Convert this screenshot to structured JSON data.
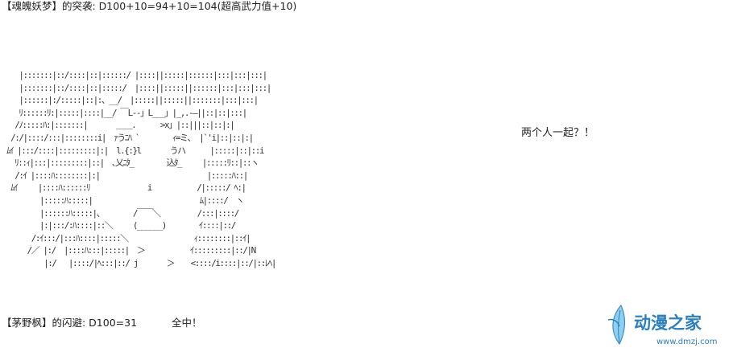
{
  "header": {
    "attack_text": "【魂魄妖梦】的突袭: D100+10=94+10=104(超高武力值+10)"
  },
  "speech": {
    "text": "两个人一起？！"
  },
  "footer": {
    "dodge_text": "【茅野枫】的闪避: D100=31",
    "result_text": "全中！"
  },
  "ascii_art": {
    "lines": [
      "   |:::::::|::/::::|::|::::::/ |::::||:::::|::::::|:::|:::|:::|",
      "   |:::::::|::/::::|::|:::::/  |::::||:::::||::::::|:::|:::|:::|",
      "   |::::::|:/:::::|::|:、__/  |:::::||:::::||:::::::|:::|:::|",
      "   ﾘ::::::ﾘ:|:::::|::::|__/ ￣L--」L___」|_,.-―||::|::|:::|",
      "  /ﾉ:::::ﾊ:|:::::::|       ＿＿.      >x」|::|||::|::|:|",
      " /:/|::::/:::|::::::::i|  ｧうﾆﾊ `        ｨ=ミ、 |`'i|::|::|:|",
      "ﾑｲ |:::/::::|:::::::::|:|  l.{:}l       うハ      |:::::|::|::i",
      "  ﾘ::ｨ|:::|:::::::::|::|  ､乂ﾆﾀ_        込ﾀ_     |:::::ﾘ::|::ヽ",
      "  /:ｲ |::::ﾊ::::::::|:|                          |:::::ﾊ::|",
      " ﾑｲ     |::::ﾊ::::::ﾘ              i           /|:::::/ ﾍ:|",
      "        |:::::ﾊ:::::|                          ﾑ|::::/  ヽ",
      "        |::::::ﾊ:::::|、       /￣￣＼         /:::|::::/",
      "        |:|:::/:ﾊ::::|::＼     (______)        ｲ::::|::/",
      "      /:ｲ:::/|:::ﾊ::::|:::::＼                ｨ::::::::|::ｲ|",
      "     /／ |:/  |::::ﾊ:::|:::::|  ＞           ｲ:::::::::|::/|N",
      "         |:/   |::::/|ﾍ:::|::/ j       ＞    <::::/i::::|::/|::ﾚﾍ|"
    ]
  },
  "watermark": {
    "cn_text": "动漫之家",
    "url_text": "www.dmzj.com",
    "brand_color": "#2a7fc1",
    "accent_color": "#5fb8e8"
  }
}
